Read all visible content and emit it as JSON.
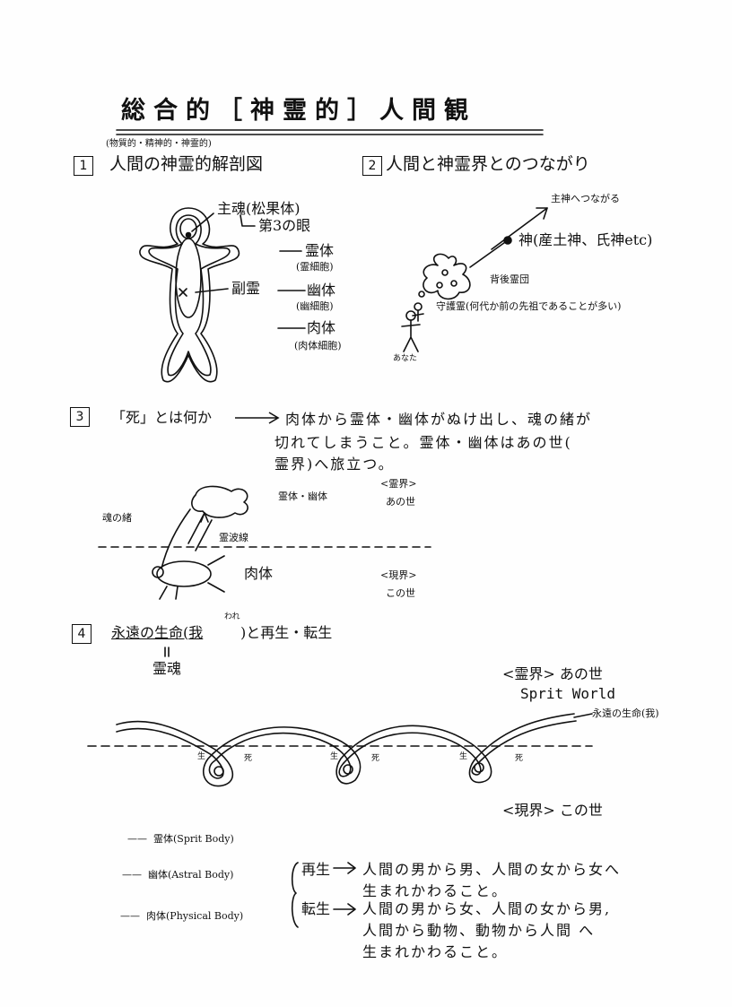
{
  "title": "総合的［神霊的］人間観",
  "subtitle": "(物質的・精神的・神霊的)",
  "sec1": {
    "num": "1",
    "heading": "人間の神霊的解剖図",
    "label_soul": "主魂(松果体)",
    "label_eye": "第3の眼",
    "label_fukurei": "副霊",
    "label_reitai": "霊体",
    "label_reitai_sub": "(霊細胞)",
    "label_yutai": "幽体",
    "label_yutai_sub": "(幽細胞)",
    "label_nikutai": "肉体",
    "label_nikutai_sub": "(肉体細胞)"
  },
  "sec2": {
    "num": "2",
    "heading": "人間と神霊界とのつながり",
    "label_shushin": "主神へつながる",
    "label_kami": "神(産土神、氏神etc)",
    "label_haigo": "背後霊団",
    "label_shugo": "守護霊(何代か前の先祖であることが多い)",
    "label_anata": "あなた"
  },
  "sec3": {
    "num": "3",
    "question": "「死」とは何か",
    "line1": "肉体から霊体・幽体がぬけ出し、魂の緒が",
    "line2": "切れてしまうこと。霊体・幽体はあの世(",
    "line3": "霊界)へ旅立つ。",
    "label_reiyutai": "霊体・幽体",
    "label_reikai": "<霊界>",
    "label_anoyo": "あの世",
    "label_tamanoo": "魂の緒",
    "label_reiha": "霊波線",
    "label_nikutai": "肉体",
    "label_genkai": "<現界>",
    "label_konoyo": "この世"
  },
  "sec4": {
    "num": "4",
    "heading_a": "永遠の生命(",
    "heading_ware": "我",
    "heading_ruby": "われ",
    "heading_b": ")と再生・転生",
    "label_tamashii": "霊魂",
    "label_reikai": "<霊界> あの世",
    "label_spirit_world": "Sprit World",
    "label_eien": "永遠の生命(我)",
    "birth": "生",
    "death": "死",
    "label_genkai": "<現界> この世",
    "legend": [
      {
        "line": "——",
        "text": "霊体(Sprit Body)"
      },
      {
        "line": "——",
        "text": "幽体(Astral Body)"
      },
      {
        "line": "——",
        "text": "肉体(Physical Body)"
      }
    ],
    "saisei": "再生",
    "saisei_text1": "人間の男から男、人間の女から女へ",
    "saisei_text2": "生まれかわること。",
    "tensei": "転生",
    "tensei_text1": "人間の男から女、人間の女から男,",
    "tensei_text2": "人間から動物、動物から人間 へ",
    "tensei_text3": "生まれかわること。"
  }
}
